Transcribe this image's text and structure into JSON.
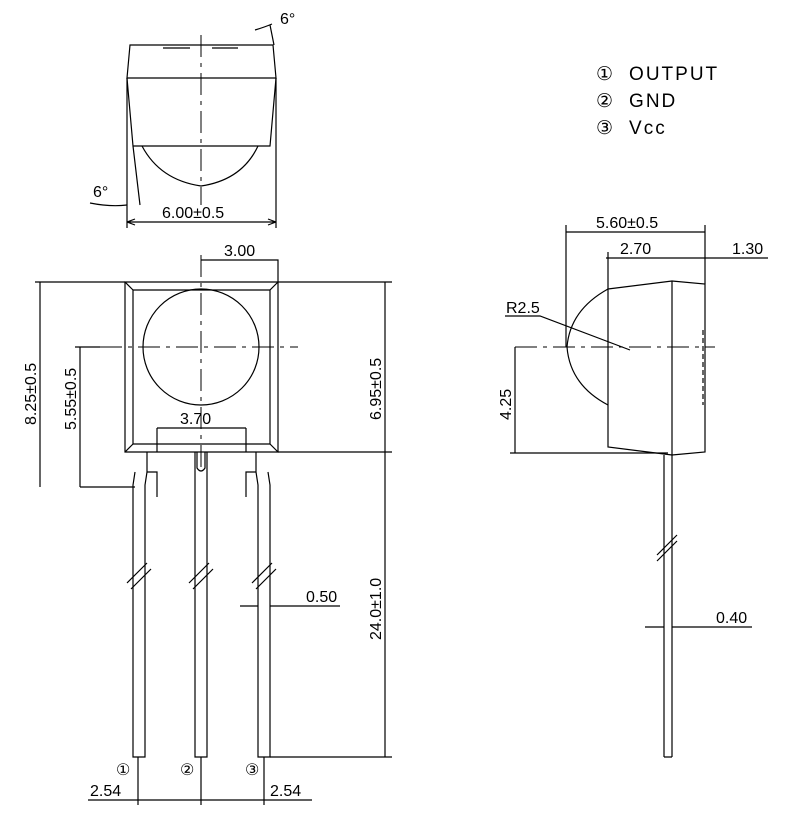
{
  "legend": [
    {
      "num": "①",
      "label": "OUTPUT"
    },
    {
      "num": "②",
      "label": "GND"
    },
    {
      "num": "③",
      "label": "Vcc"
    }
  ],
  "top_view": {
    "angle_top": "6°",
    "angle_bottom": "6°",
    "width": "6.00±0.5"
  },
  "front_view": {
    "half_width": "3.00",
    "height_total": "8.25±0.5",
    "lens_center": "5.55±0.5",
    "body_height": "6.95±0.5",
    "pin_span": "3.70",
    "lead_length": "24.0±1.0",
    "lead_width": "0.50",
    "pitch_left": "2.54",
    "pitch_right": "2.54",
    "pins": [
      "①",
      "②",
      "③"
    ]
  },
  "side_view": {
    "depth": "5.60±0.5",
    "front_part": "2.70",
    "rear_part": "1.30",
    "radius": "R2.5",
    "center_height": "4.25",
    "lead_thickness": "0.40"
  }
}
